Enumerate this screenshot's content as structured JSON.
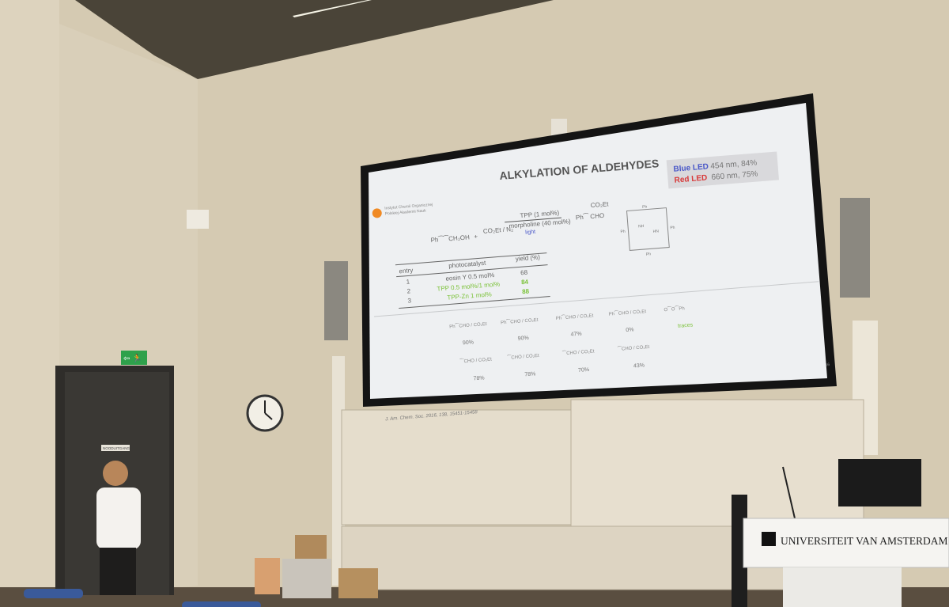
{
  "slide": {
    "title": "ALKYLATION OF ALDEHYDES",
    "institute_line1": "Instytut Chemii Organicznej",
    "institute_line2": "Polskiej Akademii Nauk",
    "reaction": {
      "reactant1": "Ph⁀⁀CH₂OH",
      "plus": "+",
      "reactant2": "CO₂Et / N₂",
      "conditions1": "TPP (1 mol%)",
      "conditions2": "morpholine (40 mol%)",
      "conditions3": "light",
      "product_top": "CO₂Et",
      "product_bottom": "Ph⁀ CHO"
    },
    "led_box": {
      "blue_label": "Blue LED",
      "blue_value": "454 nm, 84%",
      "red_label": "Red LED",
      "red_value": "660 nm, 75%",
      "blue_color": "#4a58c8",
      "red_color": "#d83a3a"
    },
    "table": {
      "headers": [
        "entry",
        "photocatalyst",
        "yield (%)"
      ],
      "rows": [
        {
          "entry": "1",
          "catalyst": "eosin Y 0.5 mol%",
          "yield": "68"
        },
        {
          "entry": "2",
          "catalyst": "TPP 0.5 mol%/1 mol%",
          "yield": "84"
        },
        {
          "entry": "3",
          "catalyst": "TPP-Zn 1 mol%",
          "yield": "88"
        }
      ]
    },
    "porphyrin_labels": [
      "Ph",
      "NH",
      "HN",
      "Ph",
      "Ph",
      "Ph"
    ],
    "products": [
      {
        "label": "Ph⁀CHO / CO₂Et",
        "yield": "90%"
      },
      {
        "label": "Ph⁀CHO / CO₂Et",
        "yield": "90%"
      },
      {
        "label": "Ph⁀CHO / CO₂Et",
        "yield": "47%"
      },
      {
        "label": "Ph⁀CHO / CO₂Et",
        "yield": "0%"
      },
      {
        "label": "O⁀O⁀Ph",
        "yield": "traces"
      },
      {
        "label": "⁀CHO / CO₂Et",
        "yield": "78%"
      },
      {
        "label": "⁀CHO / CO₂Et",
        "yield": "78%"
      },
      {
        "label": "⁀CHO / CO₂Et",
        "yield": "70%"
      },
      {
        "label": "⁀CHO / CO₂Et",
        "yield": "43%"
      }
    ],
    "citation": "J. Am. Chem. Soc. 2016, 138, 15451-15458",
    "page_number": "16"
  },
  "room": {
    "exit_sign": "⇦ 🏃",
    "door_sign": "NOODUITGANG",
    "podium_text": "UNIVERSITEIT VAN AMSTERDAM",
    "green_accent": "#7cc23a"
  }
}
